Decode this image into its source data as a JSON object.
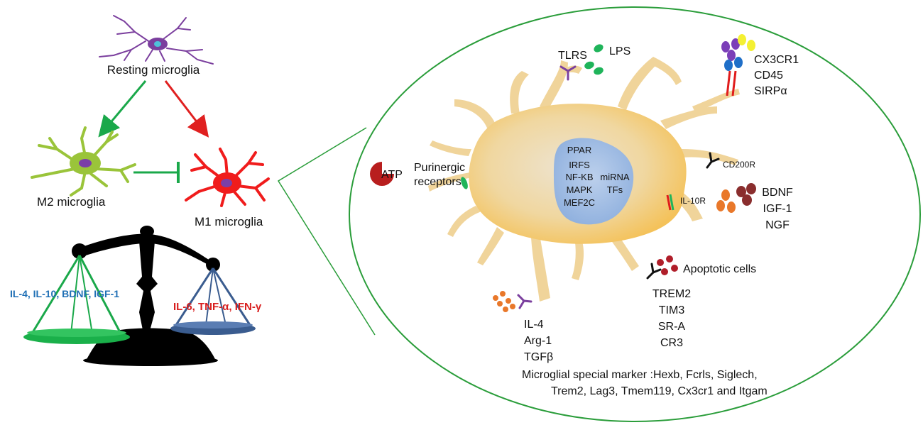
{
  "left_panel": {
    "resting_label": "Resting microglia",
    "m2_label": "M2 microglia",
    "m1_label": "M1 microglia",
    "scale_left_text": "IL-4, IL-10, BDNF, IGF-1",
    "scale_right_text": "IL-6, TNF-α, IFN-γ"
  },
  "detail": {
    "nucleus_lines": [
      "PPAR",
      "IRFS",
      "NF-KB",
      "MAPK",
      "MEF2C"
    ],
    "nucleus_side_lines": [
      "miRNA",
      "TFs"
    ],
    "tlrs": "TLRS",
    "lps": "LPS",
    "cx3cr1": "CX3CR1",
    "cd45": "CD45",
    "sirpa": "SIRPα",
    "atp": "ATP",
    "purinergic": [
      "Purinergic",
      "receptors"
    ],
    "cd200r": "CD200R",
    "il10r": "IL-10R",
    "neurotrophins": [
      "BDNF",
      "IGF-1",
      "NGF"
    ],
    "apoptotic": "Apoptotic cells",
    "trem_group": [
      "TREM2",
      "TIM3",
      "SR-A",
      "CR3"
    ],
    "il4_group": [
      "IL-4",
      "Arg-1",
      "TGFβ"
    ],
    "special_marker": [
      "Microglial special marker :Hexb, Fcrls, Siglech,",
      "Trem2, Lag3, Tmem119, Cx3cr1 and Itgam"
    ]
  },
  "colors": {
    "green_arrow": "#1aa84a",
    "red_arrow": "#e02020",
    "m2_cell": "#9ac43a",
    "m1_cell": "#f01c1c",
    "resting_cell": "#7b3f9e",
    "left_text": "#1f6fb5",
    "right_text": "#d81e1e",
    "ellipse_border": "#2a9d3a",
    "cell_body": "#f1c774",
    "nucleus": "#9cb8e0"
  }
}
